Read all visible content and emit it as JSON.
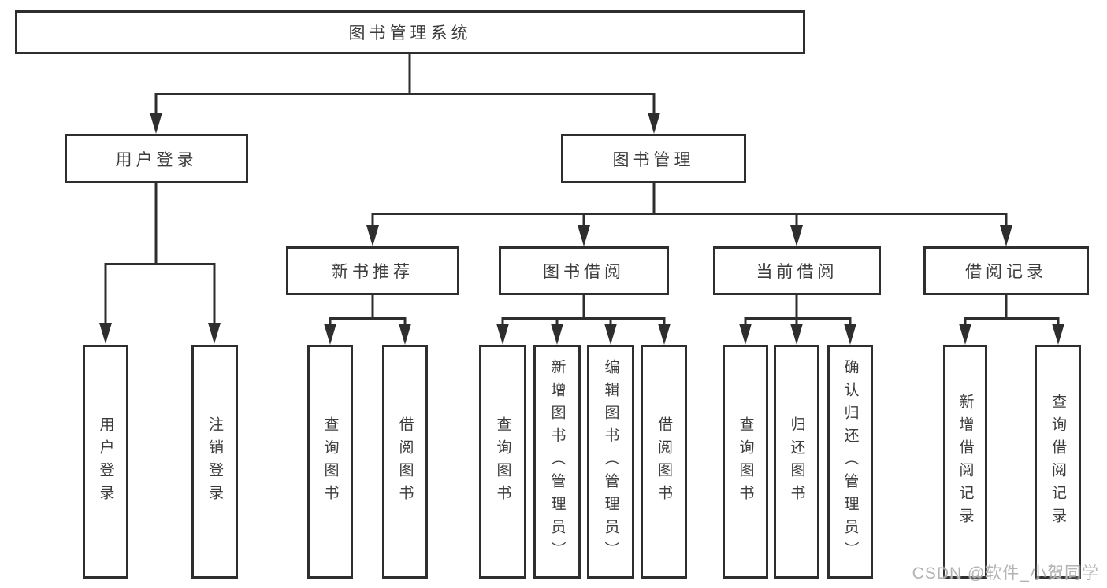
{
  "root": {
    "label": "图书管理系统"
  },
  "branches": [
    {
      "label": "用户登录",
      "children": [
        {
          "label": "用户登录"
        },
        {
          "label": "注销登录"
        }
      ]
    },
    {
      "label": "图书管理",
      "groups": [
        {
          "label": "新书推荐",
          "children": [
            {
              "label": "查询图书"
            },
            {
              "label": "借阅图书"
            }
          ]
        },
        {
          "label": "图书借阅",
          "children": [
            {
              "label": "查询图书"
            },
            {
              "label": "新增图书（管理员）"
            },
            {
              "label": "编辑图书（管理员）"
            },
            {
              "label": "借阅图书"
            }
          ]
        },
        {
          "label": "当前借阅",
          "children": [
            {
              "label": "查询图书"
            },
            {
              "label": "归还图书"
            },
            {
              "label": "确认归还（管理员）"
            }
          ]
        },
        {
          "label": "借阅记录",
          "children": [
            {
              "label": "新增借阅记录"
            },
            {
              "label": "查询借阅记录"
            }
          ]
        }
      ]
    }
  ],
  "watermark": "CSDN @软件_小贺同学"
}
